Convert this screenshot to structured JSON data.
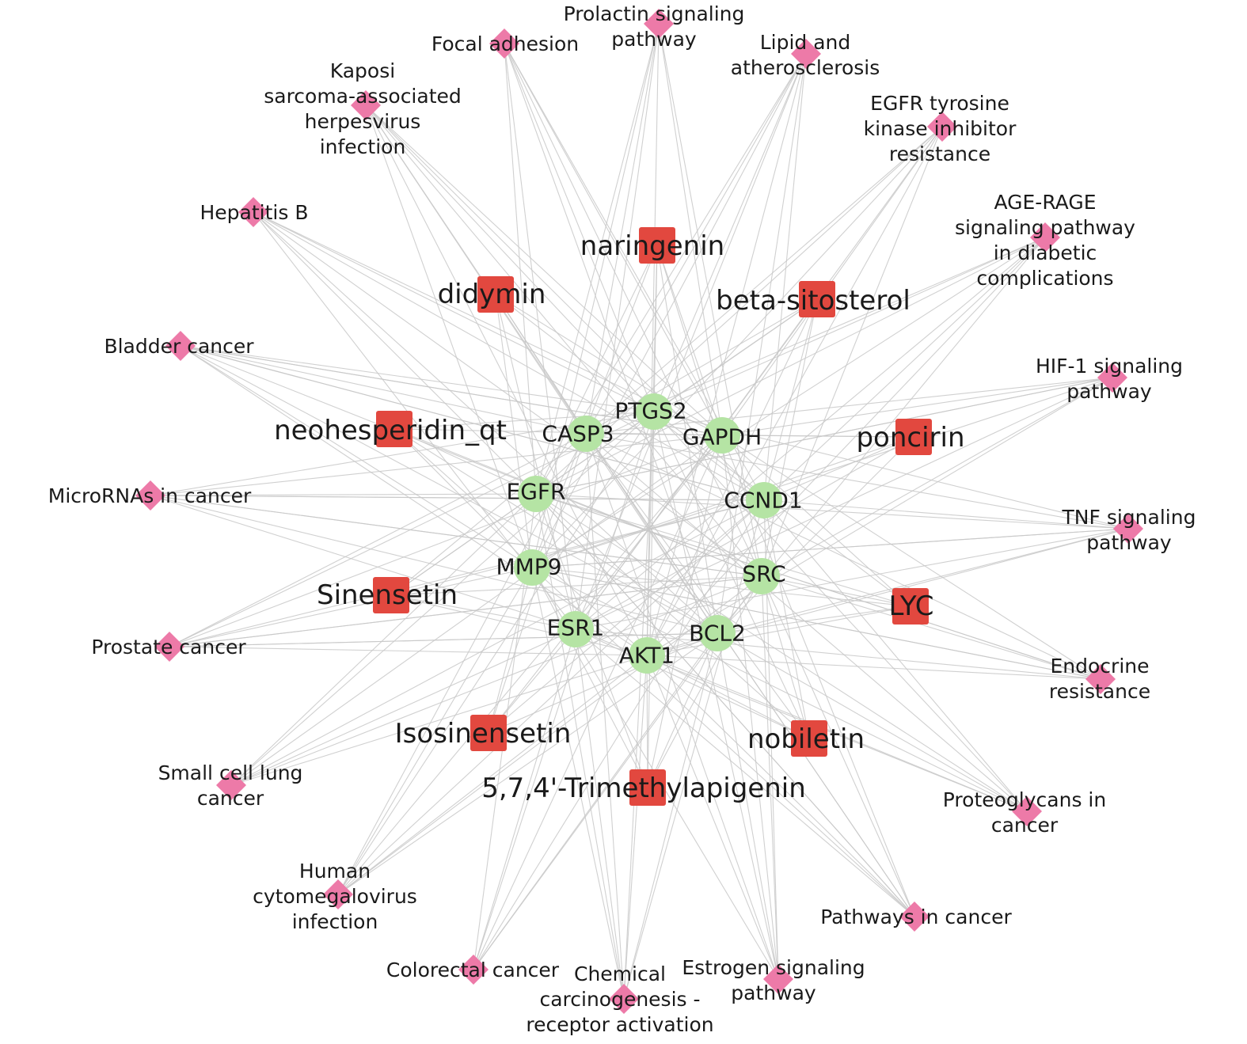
{
  "colors": {
    "compound": "#e2483f",
    "target": "#b5e4a4",
    "pathway": "#ed7aa8",
    "edge": "#c8c8c8"
  },
  "node_shapes": {
    "compound": "square",
    "target": "circle",
    "pathway": "diamond"
  },
  "targets": [
    {
      "id": "PTGS2",
      "label": "PTGS2"
    },
    {
      "id": "CASP3",
      "label": "CASP3"
    },
    {
      "id": "GAPDH",
      "label": "GAPDH"
    },
    {
      "id": "EGFR",
      "label": "EGFR"
    },
    {
      "id": "CCND1",
      "label": "CCND1"
    },
    {
      "id": "MMP9",
      "label": "MMP9"
    },
    {
      "id": "SRC",
      "label": "SRC"
    },
    {
      "id": "ESR1",
      "label": "ESR1"
    },
    {
      "id": "BCL2",
      "label": "BCL2"
    },
    {
      "id": "AKT1",
      "label": "AKT1"
    }
  ],
  "compounds": [
    {
      "id": "naringenin",
      "label": "naringenin"
    },
    {
      "id": "didymin",
      "label": "didymin"
    },
    {
      "id": "beta-sitosterol",
      "label": "beta-sitosterol"
    },
    {
      "id": "neohesperidin_qt",
      "label": "neohesperidin_qt"
    },
    {
      "id": "poncirin",
      "label": "poncirin"
    },
    {
      "id": "Sinensetin",
      "label": "Sinensetin"
    },
    {
      "id": "LYC",
      "label": "LYC"
    },
    {
      "id": "Isosinensetin",
      "label": "Isosinensetin"
    },
    {
      "id": "nobiletin",
      "label": "nobiletin"
    },
    {
      "id": "5,7,4'-Trimethylapigenin",
      "label": "5,7,4'-Trimethylapigenin"
    }
  ],
  "pathways": [
    {
      "id": "prolactin",
      "label": [
        "Prolactin signaling",
        "pathway"
      ]
    },
    {
      "id": "focal",
      "label": [
        "Focal adhesion"
      ]
    },
    {
      "id": "lipid",
      "label": [
        "Lipid and",
        "atherosclerosis"
      ]
    },
    {
      "id": "kaposi",
      "label": [
        "Kaposi",
        "sarcoma-associated",
        "herpesvirus",
        "infection"
      ]
    },
    {
      "id": "egfr-tki",
      "label": [
        "EGFR tyrosine",
        "kinase inhibitor",
        "resistance"
      ]
    },
    {
      "id": "hepb",
      "label": [
        "Hepatitis B"
      ]
    },
    {
      "id": "age-rage",
      "label": [
        "AGE-RAGE",
        "signaling pathway",
        "in diabetic",
        "complications"
      ]
    },
    {
      "id": "bladder",
      "label": [
        "Bladder cancer"
      ]
    },
    {
      "id": "hif1",
      "label": [
        "HIF-1 signaling",
        "pathway"
      ]
    },
    {
      "id": "mirna",
      "label": [
        "MicroRNAs in cancer"
      ]
    },
    {
      "id": "tnf",
      "label": [
        "TNF signaling",
        "pathway"
      ]
    },
    {
      "id": "prostate",
      "label": [
        "Prostate cancer"
      ]
    },
    {
      "id": "endocrine",
      "label": [
        "Endocrine",
        "resistance"
      ]
    },
    {
      "id": "sclc",
      "label": [
        "Small cell lung",
        "cancer"
      ]
    },
    {
      "id": "proteoglycans",
      "label": [
        "Proteoglycans in",
        "cancer"
      ]
    },
    {
      "id": "hcmv",
      "label": [
        "Human",
        "cytomegalovirus",
        "infection"
      ]
    },
    {
      "id": "pic",
      "label": [
        "Pathways in cancer"
      ]
    },
    {
      "id": "colorectal",
      "label": [
        "Colorectal cancer"
      ]
    },
    {
      "id": "chemcarc",
      "label": [
        "Chemical",
        "carcinogenesis -",
        "receptor activation"
      ]
    },
    {
      "id": "estrogen",
      "label": [
        "Estrogen signaling",
        "pathway"
      ]
    }
  ]
}
